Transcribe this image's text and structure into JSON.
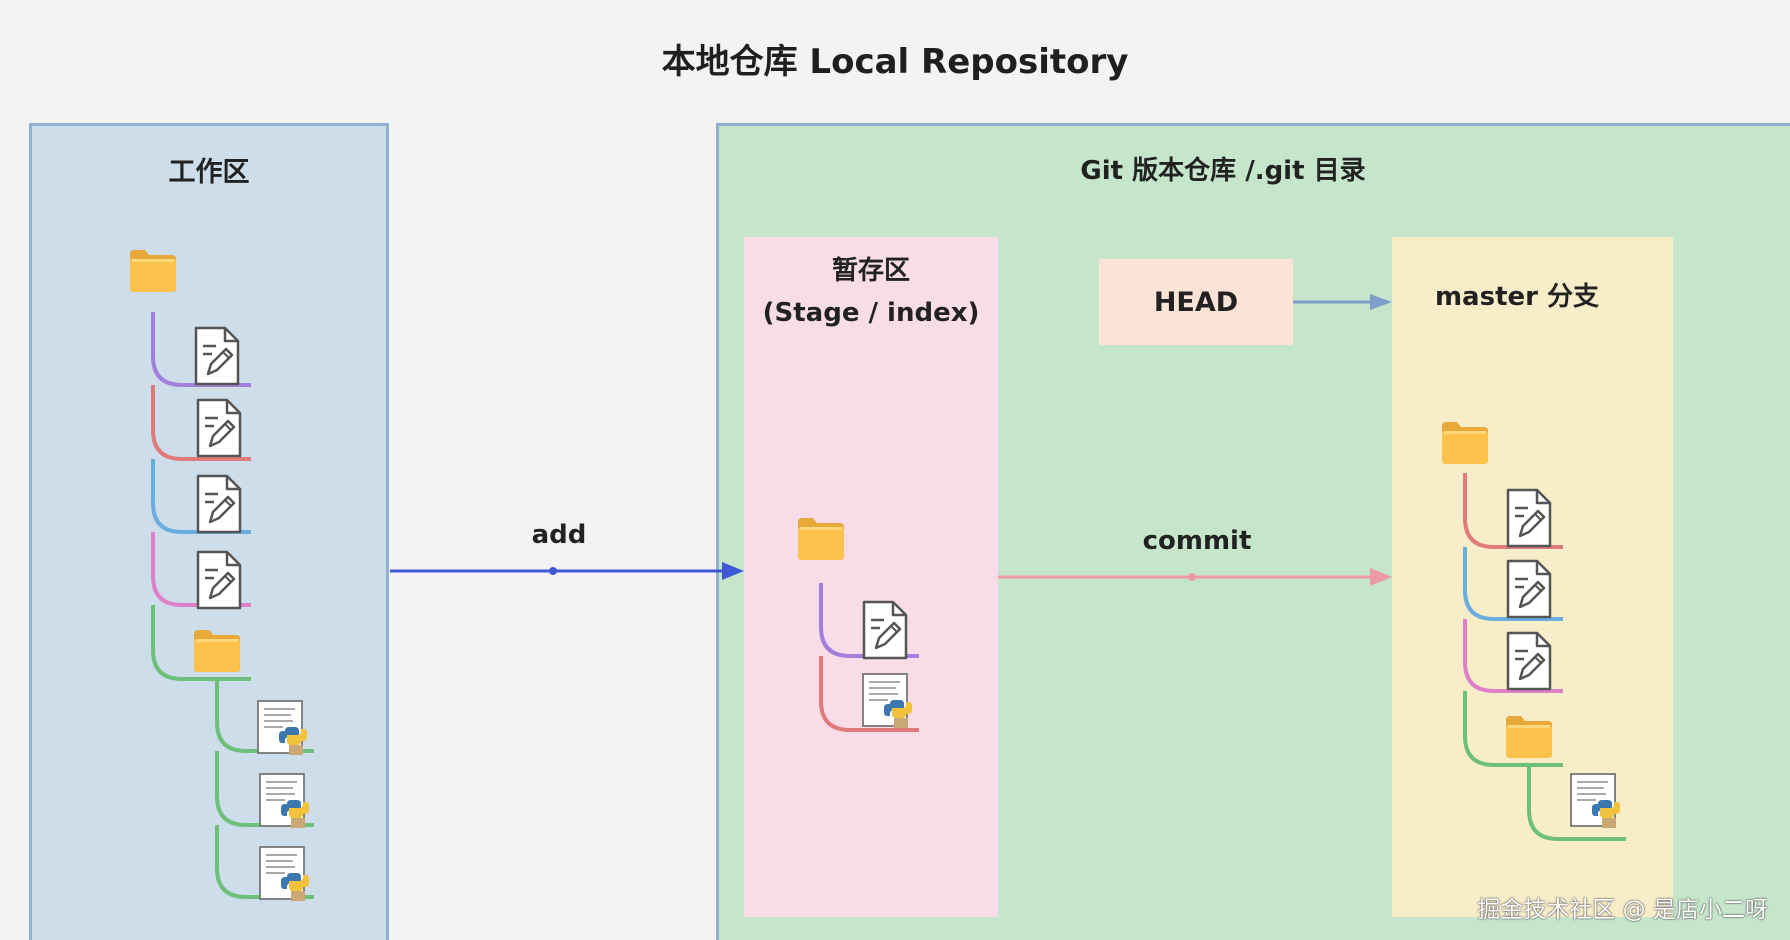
{
  "title": "本地仓库 Local Repository",
  "workspace": {
    "label": "工作区"
  },
  "git_repo": {
    "label": "Git 版本仓库 /.git 目录"
  },
  "stage": {
    "label": "暂存区",
    "sublabel": "(Stage / index)"
  },
  "head": {
    "label": "HEAD"
  },
  "master": {
    "label": "master 分支"
  },
  "arrows": {
    "add": "add",
    "commit": "commit"
  },
  "watermark": "掘金技术社区 @ 是店小二呀",
  "icons": [
    "folder-icon",
    "document-icon",
    "python-file-icon"
  ],
  "colors": {
    "workspace_bg": "#cddde9",
    "git_repo_bg": "#c6e6cc",
    "stage_bg": "#f8dde9",
    "master_bg": "#f8edc9",
    "head_bg": "#fbe3d6",
    "add_arrow": "#3f58d6",
    "commit_arrow": "#ee9aa4",
    "head_arrow": "#7d9fc9"
  }
}
